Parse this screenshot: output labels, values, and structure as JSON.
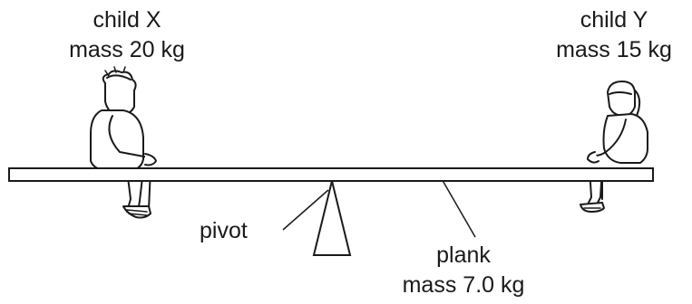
{
  "childX": {
    "name": "child X",
    "mass": "mass 20 kg"
  },
  "childY": {
    "name": "child Y",
    "mass": "mass 15 kg"
  },
  "pivot": {
    "label": "pivot"
  },
  "plank": {
    "name": "plank",
    "mass": "mass 7.0 kg"
  },
  "colors": {
    "ink": "#1a1a1a",
    "paper": "#ffffff"
  }
}
